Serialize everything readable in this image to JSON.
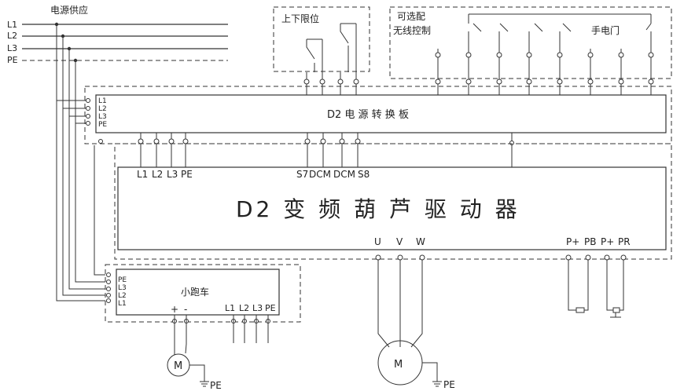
{
  "supply": {
    "title": "电源供应",
    "lines": [
      "L1",
      "L2",
      "L3",
      "PE"
    ]
  },
  "limit_switch": {
    "title": "上下限位"
  },
  "optional": {
    "title_line1": "可选配",
    "title_line2": "无线控制",
    "pendant": "手电门"
  },
  "board": {
    "title": "D2 电 源 转 换 板",
    "left_terms": [
      "L1",
      "L2",
      "L3",
      "PE"
    ]
  },
  "driver": {
    "title": "D2 变 频 葫 芦 驱 动 器",
    "input_terms": [
      "L1",
      "L2",
      "L3",
      "PE"
    ],
    "signal_terms": [
      "S7",
      "DCM",
      "DCM",
      "S8"
    ],
    "motor_terms": [
      "U",
      "V",
      "W"
    ],
    "brake_terms": [
      "P+",
      "PB",
      "P+",
      "PR"
    ]
  },
  "trolley": {
    "title": "小跑车",
    "left_terms": [
      "PE",
      "L3",
      "L2",
      "L1"
    ],
    "bottom_terms": [
      "L1",
      "L2",
      "L3",
      "PE"
    ],
    "dc_terms": [
      "+",
      "-"
    ]
  },
  "motor_label": "M",
  "ground_label": "PE"
}
